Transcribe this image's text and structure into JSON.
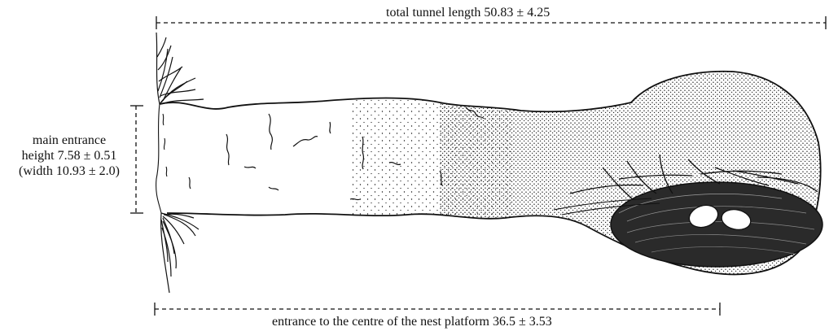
{
  "dimensions": {
    "total_tunnel_length": "total tunnel length 50.83 ± 4.25",
    "entrance_to_nest_centre": "entrance to the centre of the nest platform 36.5 ± 3.53",
    "main_entrance": {
      "line1": "main entrance",
      "line2": "height 7.58 ± 0.51",
      "line3": "(width 10.93 ± 2.0)"
    }
  },
  "colors": {
    "ink": "#111111",
    "background": "#ffffff"
  }
}
